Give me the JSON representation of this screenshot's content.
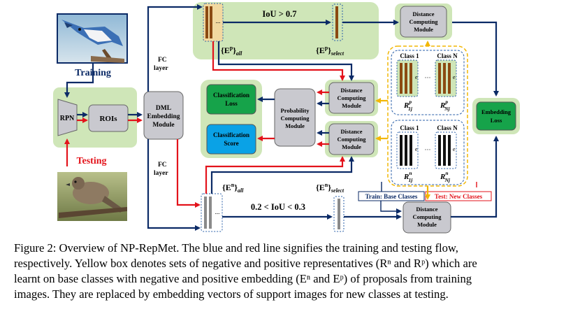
{
  "inputs": {
    "training_label": "Training",
    "testing_label": "Testing"
  },
  "modules": {
    "rpn": "RPN",
    "rois": "ROIs",
    "dml_line1": "DML",
    "dml_line2": "Embedding",
    "dml_line3": "Module",
    "fc_line1": "FC",
    "fc_line2": "layer",
    "dist_line1": "Distance",
    "dist_line2": "Computing",
    "dist_line3": "Module",
    "prob_line1": "Probability",
    "prob_line2": "Computing",
    "prob_line3": "Module",
    "cls_loss_line1": "Classification",
    "cls_loss_line2": "Loss",
    "cls_score_line1": "Classification",
    "cls_score_line2": "Score",
    "emb_loss_line1": "Embedding",
    "emb_loss_line2": "Loss"
  },
  "embeddings": {
    "ep_all": "{E",
    "ep_all_sup": "p",
    "ep_all_sub": "all",
    "ep_select": "{E",
    "ep_select_sup": "p",
    "ep_select_sub": "select",
    "en_all": "{E",
    "en_all_sup": "n",
    "en_all_sub": "all",
    "en_select": "{E",
    "en_select_sup": "n",
    "en_select_sub": "select",
    "brace_close": "}",
    "iou_pos": "IoU > 0.7",
    "iou_neg": "0.2 < IoU < 0.3",
    "dots": "...",
    "vdots": "···"
  },
  "representatives": {
    "class1": "Class 1",
    "classN": "Class N",
    "e": "e",
    "r1p": "R",
    "r1p_sup": "p",
    "r1p_sub": "1j",
    "rNp": "R",
    "rNp_sup": "p",
    "rNp_sub": "Nj",
    "r1n": "R",
    "r1n_sup": "n",
    "r1n_sub": "1j",
    "rNn": "R",
    "rNn_sup": "n",
    "rNn_sub": "Nj",
    "train_label": "Train: Base Classes",
    "test_label": "Test: New Classes"
  },
  "caption": {
    "line1": "Figure 2: Overview of NP-RepMet. The blue and red line signifies the training and testing flow,",
    "line2": "respectively. Yellow box denotes sets of negative and positive representatives (Rⁿ and Rᵖ) which are",
    "line3": "learnt on base classes with negative and positive embedding (Eⁿ and Eᵖ) of proposals from training",
    "line4": "images. They are replaced by embedding vectors of support images for new classes at testing."
  },
  "colors": {
    "blue_flow": "#0b2a66",
    "red_flow": "#e3131b",
    "yellow_flow": "#f2b705",
    "green_panel": "#cfe6b8",
    "green_box": "#16a34a",
    "blue_box": "#0aa2e6",
    "gray_box": "#c9c9cf",
    "pos_bar": "#8b4a12",
    "neg_bar": "#111111"
  }
}
